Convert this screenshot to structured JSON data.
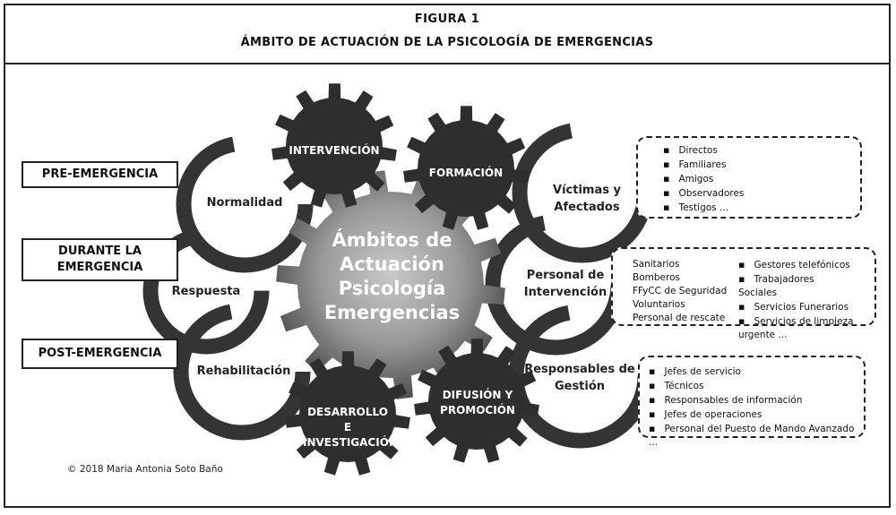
{
  "figure": {
    "label": "FIGURA 1",
    "title": "ÁMBITO DE ACTUACIÓN DE LA PSICOLOGÍA DE EMERGENCIAS"
  },
  "phases": [
    {
      "label": "PRE-EMERGENCIA"
    },
    {
      "label": "DURANTE LA EMERGENCIA"
    },
    {
      "label": "POST-EMERGENCIA"
    }
  ],
  "center": {
    "line1": "Ámbitos de",
    "line2": "Actuación",
    "line3": "Psicología",
    "line4": "Emergencias"
  },
  "dark_gears": {
    "intervencion": "INTERVENCIÓN",
    "formacion": "FORMACIÓN",
    "desarrollo": "DESARROLLO E INVESTIGACIÓN",
    "difusion": "DIFUSIÓN Y PROMOCIÓN"
  },
  "states": {
    "normalidad": "Normalidad",
    "respuesta": "Respuesta",
    "rehabilitacion": "Rehabilitación"
  },
  "groups": {
    "victimas": "Víctimas y Afectados",
    "personal": "Personal de Intervención",
    "responsables": "Responsables de Gestión"
  },
  "victimas_list": [
    "Directos",
    "Familiares",
    "Amigos",
    "Observadores",
    "Testigos ..."
  ],
  "personal_list_left": [
    "Sanitarios",
    "Bomberos",
    "FFyCC de Seguridad",
    "Voluntarios",
    "Personal de rescate"
  ],
  "personal_list_right": [
    "Gestores telefónicos",
    "Trabajadores Sociales",
    "Servicios Funerarios",
    "Servicios de limpieza urgente ..."
  ],
  "responsables_list": [
    "Jefes de servicio",
    "Técnicos",
    "Responsables de información",
    "Jefes de operaciones",
    "Personal del Puesto de Mando Avanzado ..."
  ],
  "copyright": "© 2018 Maria Antonia Soto Baño",
  "colors": {
    "dark_gear": "#2e2e2e",
    "arc": "#333333",
    "center_light": "#b5b5b5",
    "center_dark": "#5a5a5a"
  }
}
